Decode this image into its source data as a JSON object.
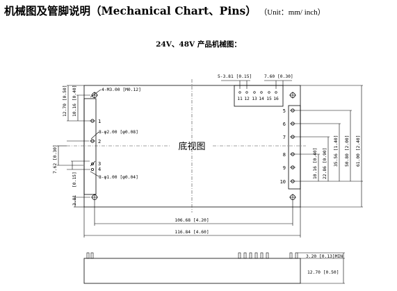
{
  "heading": {
    "main": "机械图及管脚说明（Mechanical Chart、Pins）",
    "unit": "（Unit：mm/ inch）"
  },
  "subtitle": "24V、48V 产品机械图：",
  "drawing": {
    "center_label": "底视图",
    "mount_holes": "4-M3.00 [M0.12]",
    "large_pins": "8-φ2.00 [φ0.08]",
    "small_pins": "8-φ1.00 [φ0.04]",
    "left_pins": [
      "1",
      "2",
      "3",
      "4"
    ],
    "right_pins": [
      "5",
      "6",
      "7",
      "8",
      "9",
      "10"
    ],
    "top_pins": [
      "11",
      "12",
      "13",
      "14",
      "15",
      "16"
    ],
    "dims": {
      "top_pitch": "5-3.81 [0.15]",
      "top_offset": "7.60 [0.30]",
      "left_top_edge": "12.70 [0.50]",
      "left_top_pin": "10.16 [0.40]",
      "left_pin_pair": "7.62 [0.30]",
      "left_pin_3_4": "[0.15]",
      "left_bottom": "3.81",
      "r_10_16": "10.16 [0.40]",
      "r_22_86": "22.86 [0.90]",
      "r_35_56": "35.56 [1.40]",
      "r_50_80": "50.80 [2.00]",
      "r_61_00": "61.00 [2.40]",
      "w_106_68": "106.68 [4.20]",
      "w_116_84": "116.84 [4.60]",
      "side_pin_len": "3.20 [0.13]MIN",
      "side_height": "12.70 [0.50]"
    }
  }
}
